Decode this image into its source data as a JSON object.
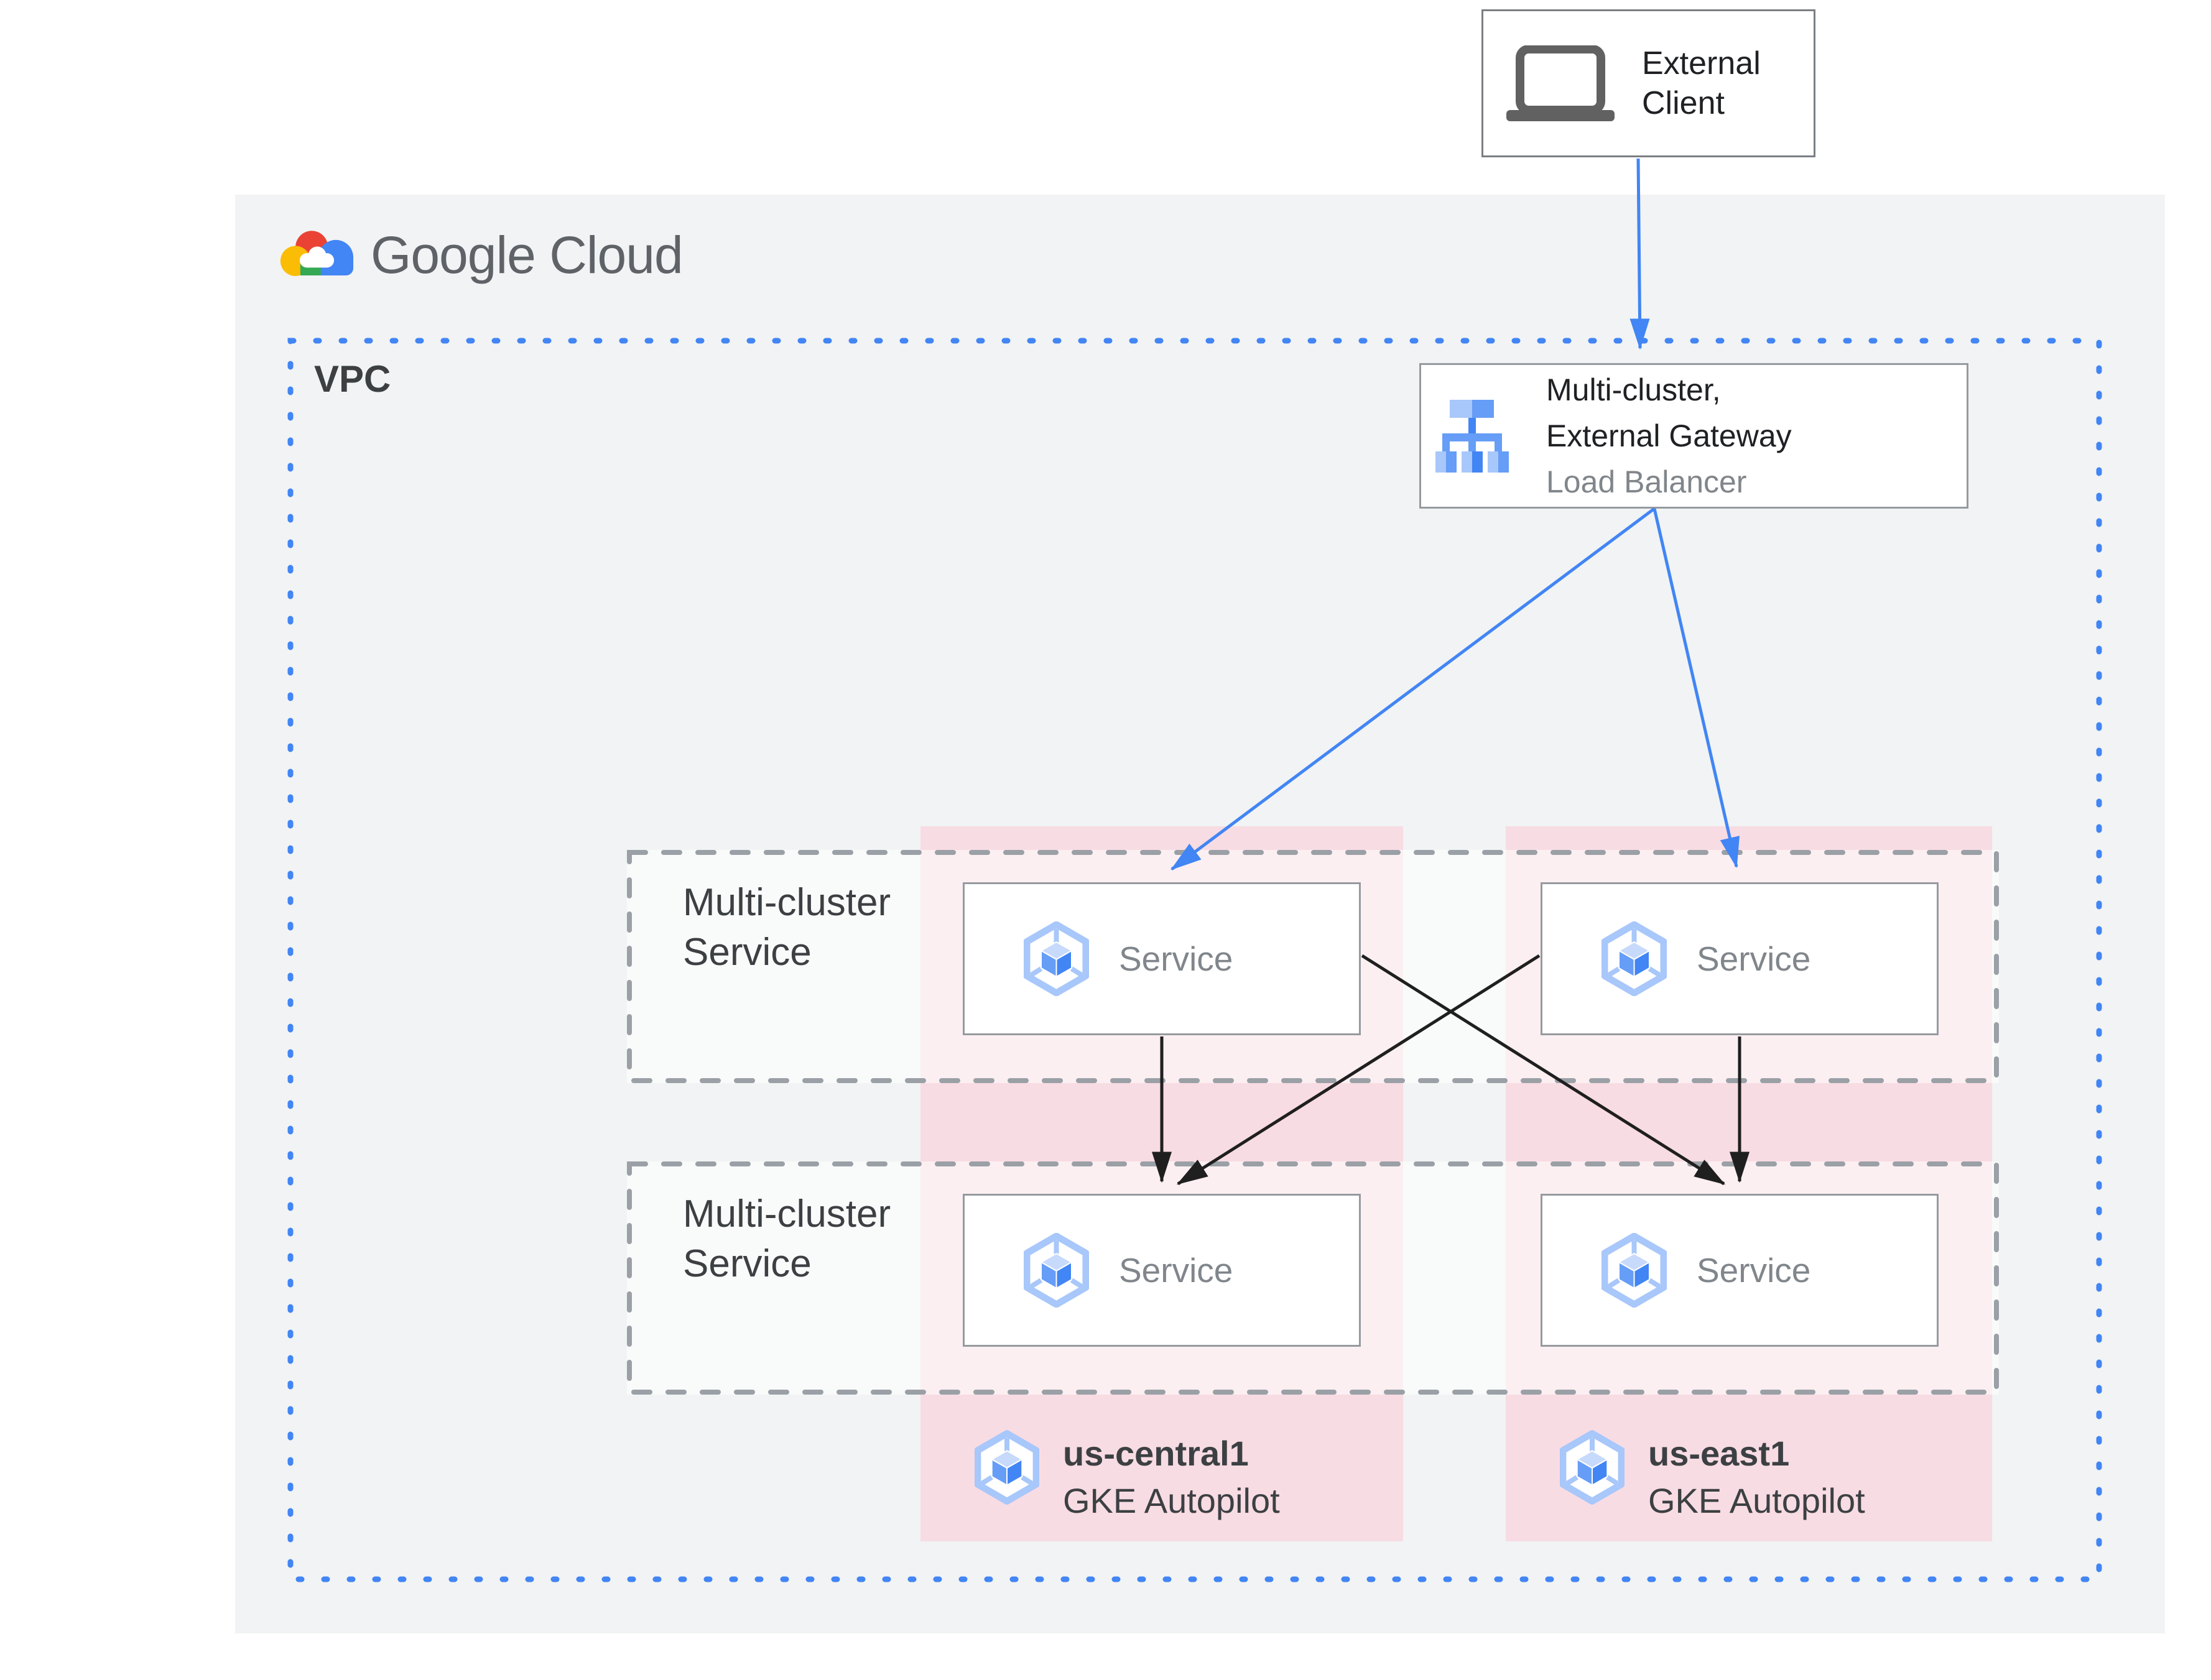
{
  "header": {
    "logo": "Google Cloud"
  },
  "vpc": {
    "label": "VPC"
  },
  "external_client": {
    "line1": "External",
    "line2": "Client"
  },
  "gateway": {
    "title1": "Multi-cluster,",
    "title2": "External Gateway",
    "subtitle": "Load Balancer"
  },
  "rows": [
    {
      "line1": "Multi-cluster",
      "line2": "Service"
    },
    {
      "line1": "Multi-cluster",
      "line2": "Service"
    }
  ],
  "services": [
    {
      "label": "Service"
    },
    {
      "label": "Service"
    },
    {
      "label": "Service"
    },
    {
      "label": "Service"
    }
  ],
  "clusters": [
    {
      "region": "us-central1",
      "type": "GKE Autopilot"
    },
    {
      "region": "us-east1",
      "type": "GKE Autopilot"
    }
  ],
  "icons": {
    "logo": "google-cloud-logo",
    "client": "laptop-icon",
    "gateway": "load-balancer-icon",
    "service": "gke-hexagon-icon",
    "cluster": "gke-hexagon-icon"
  },
  "colors": {
    "blue": "#4285f4",
    "pink": "#f8dce3",
    "panel": "#f1f3f4",
    "border-gray": "#969a9f",
    "dash-gray": "#9aa0a6",
    "text-dark": "#3c4043",
    "text-gray": "#80868b",
    "text-black": "#202124",
    "arrow-black": "#1f1f1f",
    "laptop-gray": "#616161",
    "client-border": "#7a7e83",
    "icon-light": "#a8c7fa",
    "icon-med": "#669df6",
    "icon-strong": "#4285f4",
    "icon-top": "#c8dafb",
    "g-red": "#ea4335",
    "g-yellow": "#fbbc05",
    "g-green": "#34a853",
    "g-blue": "#4285f4",
    "logo-gray": "#5f6368"
  }
}
